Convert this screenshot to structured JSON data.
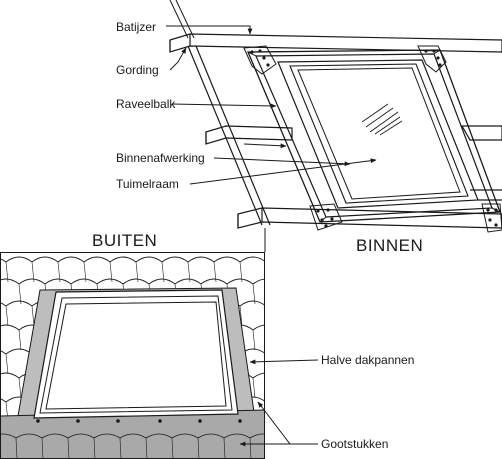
{
  "labels": {
    "batijzer": "Batijzer",
    "gording": "Gording",
    "raveelbalk": "Raveelbalk",
    "binnenafwerking": "Binnenafwerking",
    "tuimelraam": "Tuimelraam",
    "buiten": "BUITEN",
    "binnen": "BINNEN",
    "halve_dakpannen": "Halve dakpannen",
    "gootstukken": "Gootstukken"
  },
  "colors": {
    "ink": "#1a1a1a",
    "flashing": "#bdbdbd",
    "gutter": "#a9a9a9",
    "paper": "#ffffff"
  }
}
